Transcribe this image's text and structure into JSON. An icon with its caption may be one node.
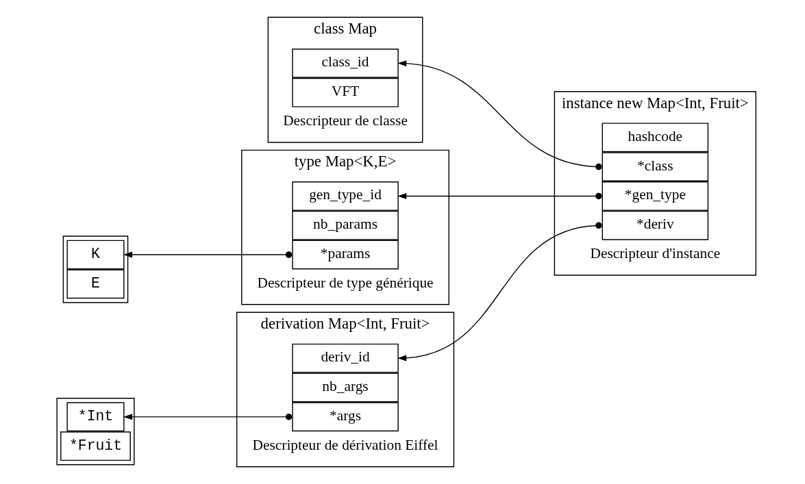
{
  "diagram": {
    "nodes": [
      {
        "text": [
          "class Map"
        ],
        "beside": [
          "Descripteur de classe"
        ]
      },
      {
        "text": [
          "class_id"
        ],
        "in": 0
      },
      {
        "text": [
          "VFT"
        ],
        "in": 0
      },
      {
        "text": [
          "type Map<K,E>"
        ],
        "beside": [
          "Descripteur de type générique"
        ]
      },
      {
        "text": [
          "gen_type_id"
        ],
        "in": 3
      },
      {
        "text": [
          "nb_params"
        ],
        "in": 3
      },
      {
        "text": [
          "*params"
        ],
        "in": 3
      },
      {
        "text": [],
        "shape": "box"
      },
      {
        "text": [
          "K"
        ],
        "in": 7
      },
      {
        "text": [
          "E"
        ],
        "in": 7
      },
      {
        "text": [
          "instance new Map<Int, Fruit>"
        ],
        "beside": [
          "Descripteur d'instance"
        ]
      },
      {
        "text": [
          "hashcode"
        ],
        "in": 10
      },
      {
        "text": [
          "*class"
        ],
        "in": 10
      },
      {
        "text": [
          "*gen_type"
        ],
        "in": 10
      },
      {
        "text": [
          "*deriv"
        ],
        "in": 10
      },
      {
        "text": [
          "derivation Map<Int, Fruit>"
        ],
        "beside": [
          "Descripteur de dérivation Eiffel"
        ]
      },
      {
        "text": [
          "deriv_id"
        ],
        "in": 15
      },
      {
        "text": [
          "nb_args"
        ],
        "in": 15
      },
      {
        "text": [
          "*args"
        ],
        "in": 15
      },
      {
        "text": [],
        "shape": "box"
      },
      {
        "text": [
          "*Int"
        ],
        "in": 19
      },
      {
        "text": [
          "*Fruit"
        ],
        "in": 19
      }
    ],
    "edges": [
      {
        "from": 12,
        "to": 1,
        "arrow": "to"
      },
      {
        "from": 13,
        "to": 4,
        "arrow": "to"
      },
      {
        "from": 14,
        "to": 16,
        "arrow": "to"
      },
      {
        "from": 6,
        "to": 8,
        "arrow": "to"
      },
      {
        "from": 18,
        "to": 20,
        "arrow": "to"
      }
    ]
  }
}
